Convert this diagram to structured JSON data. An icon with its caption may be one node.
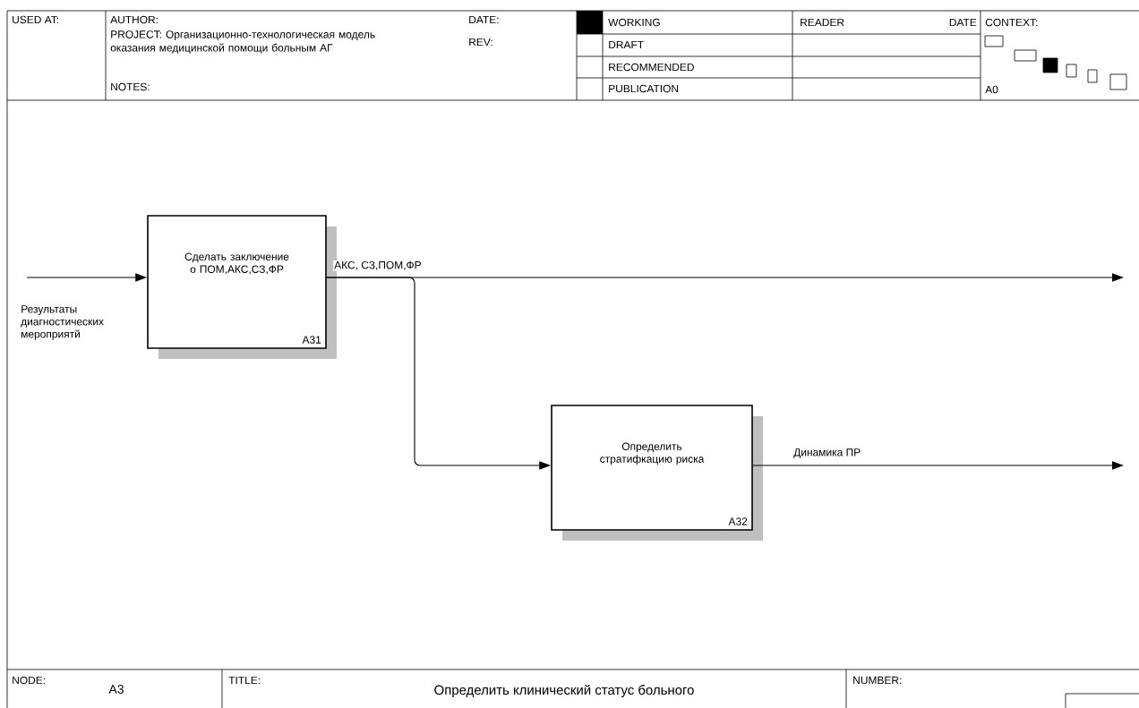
{
  "diagram": {
    "nodes": [
      {
        "text": [
          "Сделать заключение о ПОМ,АКС,СЗ,ФР",
          "A31"
        ]
      },
      {
        "text": [
          "Определить стратифкацию риска",
          "A32"
        ]
      }
    ],
    "edges": [
      {
        "from": null,
        "to": 0,
        "arrow": "to",
        "label": "Результаты диагностических мероприятй"
      },
      {
        "from": 0,
        "to": null,
        "arrow": "to",
        "label": "АКС, СЗ,ПОМ,ФР"
      },
      {
        "from": 0,
        "to": 1,
        "arrow": "to"
      },
      {
        "from": 1,
        "to": null,
        "arrow": "to",
        "label": "Динамика ПР"
      }
    ],
    "labels": [
      "USED AT:",
      "AUTHOR:",
      "PROJECT:  Организационно-технологическая модель оказания медицинской помощи больным АГ",
      "NOTES:",
      "DATE:",
      "REV:",
      "WORKING",
      "DRAFT",
      "RECOMMENDED",
      "PUBLICATION",
      "READER",
      "DATE",
      "CONTEXT:",
      "A0",
      "NODE:",
      "A3",
      "TITLE:",
      "Определить клинический статус больного",
      "NUMBER:"
    ]
  }
}
